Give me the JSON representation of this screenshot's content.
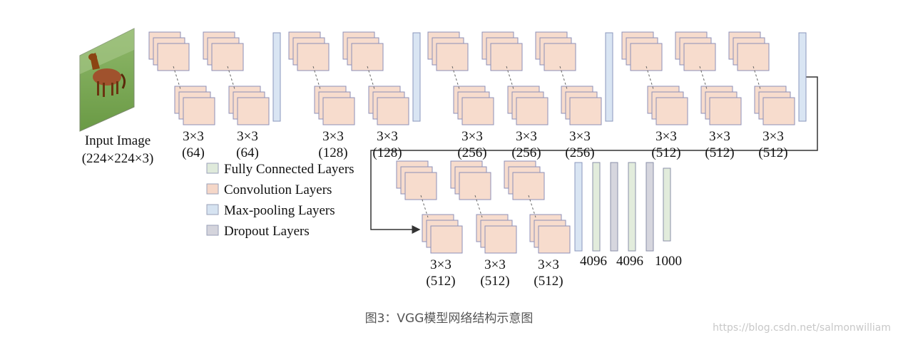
{
  "input": {
    "title": "Input Image",
    "size": "(224×224×3)"
  },
  "blocks_row1": [
    {
      "labels": [
        [
          "3×3",
          "(64)"
        ],
        [
          "3×3",
          "(64)"
        ]
      ]
    },
    {
      "labels": [
        [
          "3×3",
          "(128)"
        ],
        [
          "3×3",
          "(128)"
        ]
      ]
    },
    {
      "labels": [
        [
          "3×3",
          "(256)"
        ],
        [
          "3×3",
          "(256)"
        ],
        [
          "3×3",
          "(256)"
        ]
      ]
    },
    {
      "labels": [
        [
          "3×3",
          "(512)"
        ],
        [
          "3×3",
          "(512)"
        ],
        [
          "3×3",
          "(512)"
        ]
      ]
    }
  ],
  "blocks_row2": [
    {
      "labels": [
        [
          "3×3",
          "(512)"
        ],
        [
          "3×3",
          "(512)"
        ],
        [
          "3×3",
          "(512)"
        ]
      ]
    }
  ],
  "fc_labels": [
    "4096",
    "4096",
    "1000"
  ],
  "legend": [
    {
      "label": "Fully Connected Layers",
      "color": "#dfeadb"
    },
    {
      "label": "Convolution Layers",
      "color": "#f5d7c8"
    },
    {
      "label": "Max-pooling Layers",
      "color": "#d6e3f1"
    },
    {
      "label": "Dropout Layers",
      "color": "#d4d4dc"
    }
  ],
  "colors": {
    "conv_fill": "#f7dccd",
    "conv_stroke": "#8d8fb8",
    "pool_fill": "#d9e5f3",
    "pool_stroke": "#8a97bd",
    "fc_fill": "#e2ecdc",
    "dropout_fill": "#d6d6de"
  },
  "caption": "图3：VGG模型网络结构示意图",
  "watermark": "https://blog.csdn.net/salmonwilliam"
}
